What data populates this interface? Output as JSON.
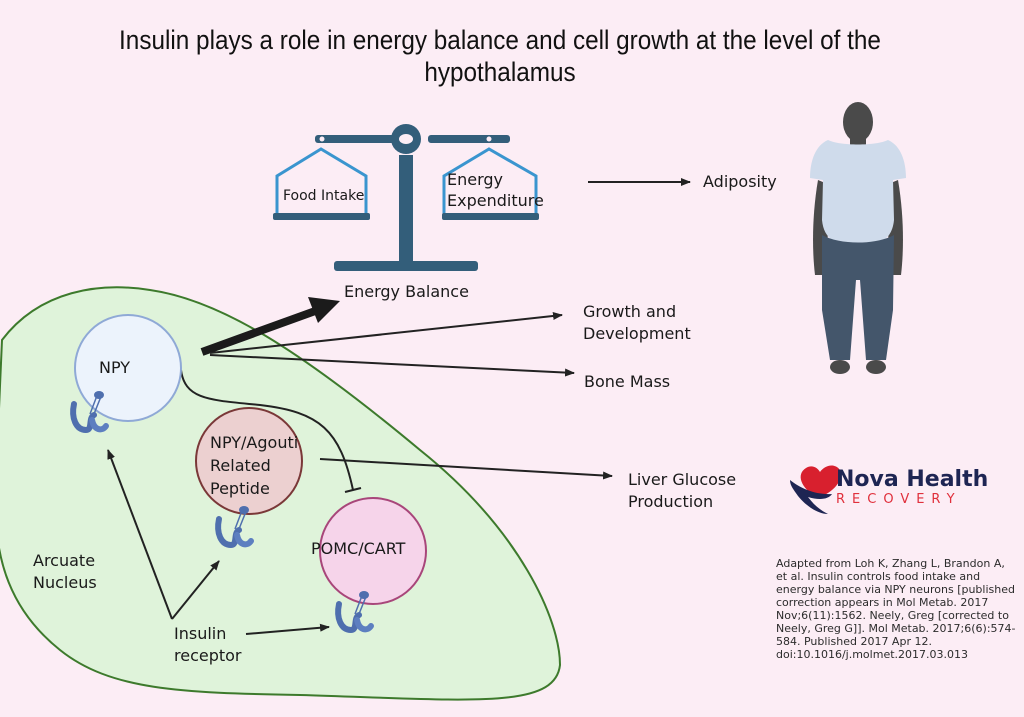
{
  "title": "Insulin plays a role in energy balance and cell growth at the level of the hypothalamus",
  "scale": {
    "left_pan_label": "Food Intake",
    "right_pan_label_line1": "Energy",
    "right_pan_label_line2": "Expenditure",
    "caption": "Energy Balance",
    "colors": {
      "beam": "#335e7a",
      "pan_outline": "#3a95cf"
    }
  },
  "outcomes": {
    "adiposity": "Adiposity",
    "growth_line1": "Growth and",
    "growth_line2": "Development",
    "bone_mass": "Bone Mass",
    "liver_line1": "Liver Glucose",
    "liver_line2": "Production"
  },
  "region": {
    "label_line1": "Arcuate",
    "label_line2": "Nucleus",
    "fill": "#dff3da",
    "stroke": "#3d7a2c"
  },
  "neurons": {
    "npy": {
      "label": "NPY",
      "fill": "#ecf3fc",
      "stroke": "#8fa9d6"
    },
    "agrp": {
      "label_line1": "NPY/Agouti",
      "label_line2": "Related",
      "label_line3": "Peptide",
      "fill": "#ecd0d0",
      "stroke": "#7a3838"
    },
    "pomc": {
      "label": "POMC/CART",
      "fill": "#f6d4ea",
      "stroke": "#a8467a"
    }
  },
  "receptor": {
    "label_line1": "Insulin",
    "label_line2": "receptor",
    "color": "#4f6fae"
  },
  "person_icon": "person-figure-icon",
  "logo": {
    "name": "Nova Health",
    "subtitle": "RECOVERY",
    "heart_color": "#d8202e",
    "hand_color": "#1e2553"
  },
  "citation": "Adapted from Loh K, Zhang L, Brandon A, et al. Insulin controls food intake and energy balance via NPY neurons [published correction appears in Mol Metab. 2017 Nov;6(11):1562. Neely, Greg [corrected to Neely, Greg G]]. Mol Metab. 2017;6(6):574-584. Published 2017 Apr 12. doi:10.1016/j.molmet.2017.03.013"
}
